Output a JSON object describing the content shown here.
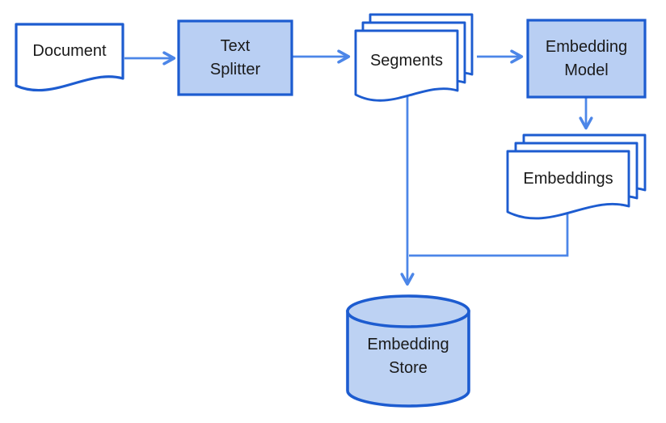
{
  "diagram": {
    "description": "Embedding pipeline flowchart",
    "nodes": {
      "document": {
        "label": "Document",
        "shape": "document"
      },
      "text_splitter": {
        "label": "Text Splitter",
        "shape": "process-box"
      },
      "segments": {
        "label": "Segments",
        "shape": "document-stack",
        "stack_count": 3
      },
      "embedding_model": {
        "label": "Embedding Model",
        "shape": "process-box"
      },
      "embeddings": {
        "label": "Embeddings",
        "shape": "document-stack",
        "stack_count": 3
      },
      "embedding_store": {
        "label": "Embedding Store",
        "shape": "cylinder"
      }
    },
    "edges": [
      {
        "from": "document",
        "to": "text_splitter",
        "arrow": true
      },
      {
        "from": "text_splitter",
        "to": "segments",
        "arrow": true
      },
      {
        "from": "segments",
        "to": "embedding_model",
        "arrow": true
      },
      {
        "from": "embedding_model",
        "to": "embeddings",
        "arrow": true
      },
      {
        "from": "segments",
        "to": "embedding_store",
        "arrow": true
      },
      {
        "from": "embeddings",
        "to": "embedding_store",
        "arrow": false
      }
    ],
    "colors": {
      "shape_border": "#1D5CD0",
      "shape_fill": "#B9CFF3",
      "document_fill": "#FFFFFF",
      "connector": "#4C86E8",
      "text": "#1A1A1A",
      "background": "#FFFFFF"
    }
  }
}
